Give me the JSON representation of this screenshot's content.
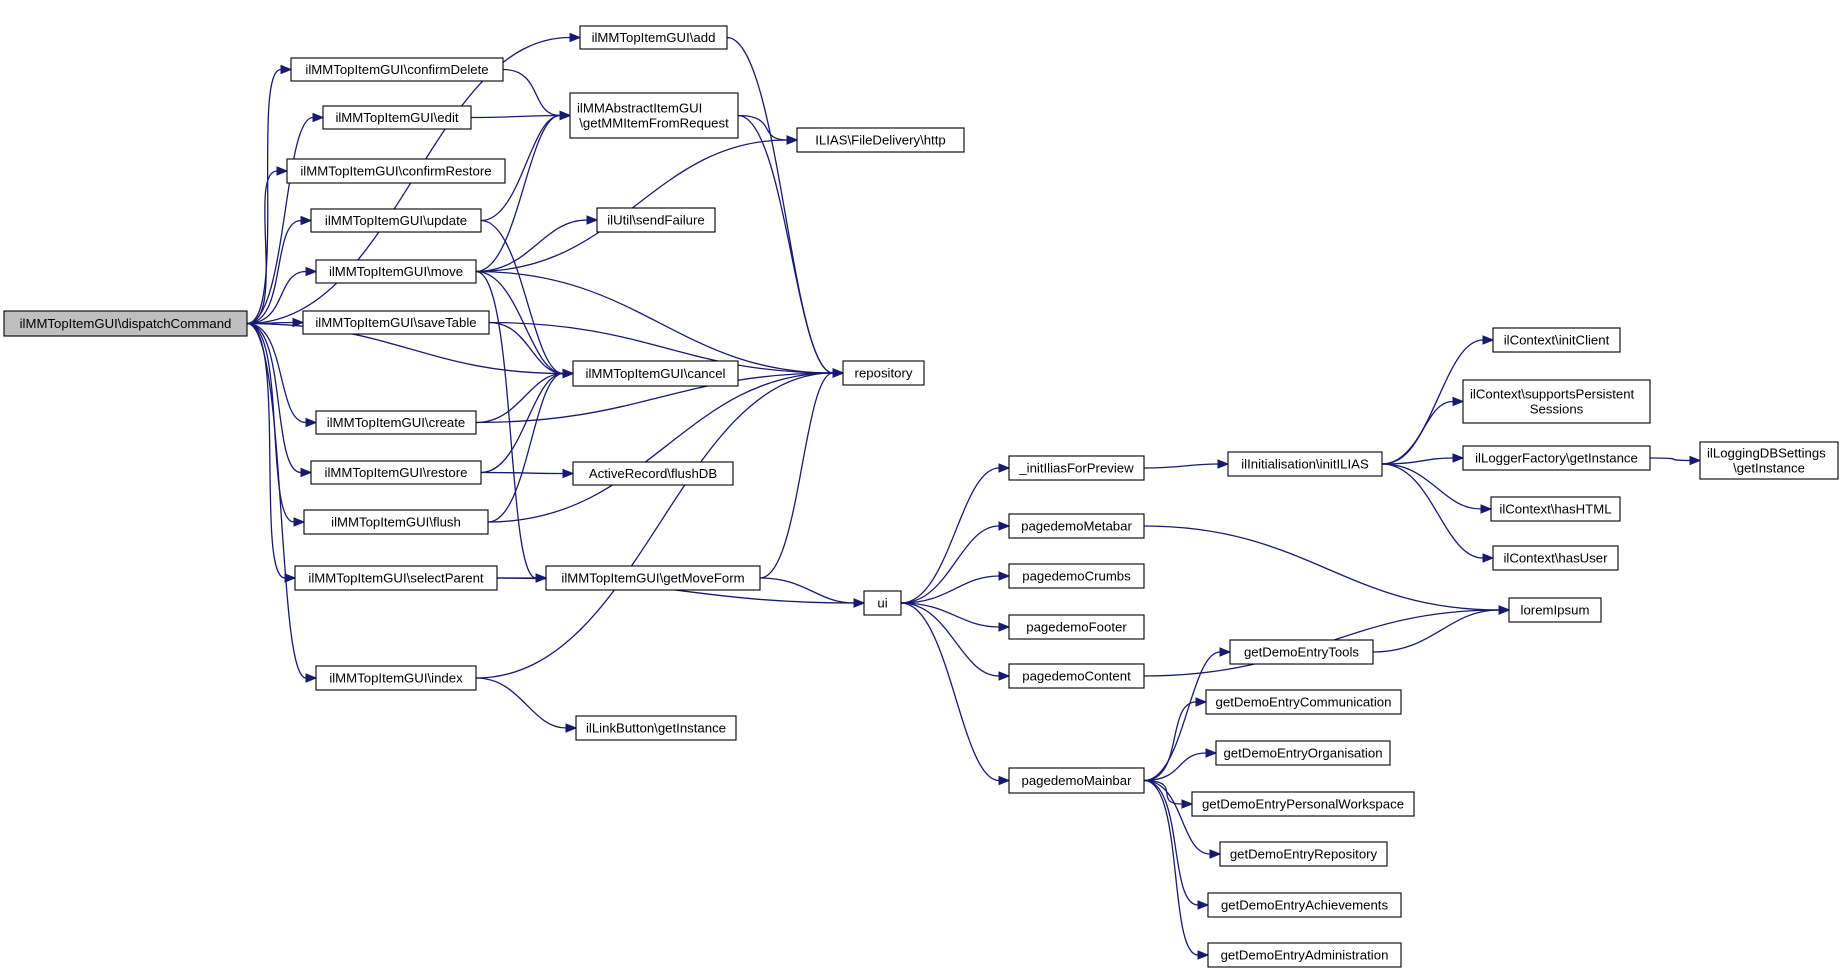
{
  "colors": {
    "edge": "#191970",
    "root_fill": "#bfbfbf",
    "node_fill": "#ffffff",
    "node_border": "#000000"
  },
  "nodes": [
    {
      "id": "dispatch",
      "lines": [
        "ilMMTopItemGUI\\dispatchCommand"
      ],
      "root": true
    },
    {
      "id": "add",
      "lines": [
        "ilMMTopItemGUI\\add"
      ]
    },
    {
      "id": "confirmDelete",
      "lines": [
        "ilMMTopItemGUI\\confirmDelete"
      ]
    },
    {
      "id": "edit",
      "lines": [
        "ilMMTopItemGUI\\edit"
      ]
    },
    {
      "id": "confirmRestore",
      "lines": [
        "ilMMTopItemGUI\\confirmRestore"
      ]
    },
    {
      "id": "update",
      "lines": [
        "ilMMTopItemGUI\\update"
      ]
    },
    {
      "id": "move",
      "lines": [
        "ilMMTopItemGUI\\move"
      ]
    },
    {
      "id": "saveTable",
      "lines": [
        "ilMMTopItemGUI\\saveTable"
      ]
    },
    {
      "id": "create",
      "lines": [
        "ilMMTopItemGUI\\create"
      ]
    },
    {
      "id": "restore",
      "lines": [
        "ilMMTopItemGUI\\restore"
      ]
    },
    {
      "id": "flush",
      "lines": [
        "ilMMTopItemGUI\\flush"
      ]
    },
    {
      "id": "selectParent",
      "lines": [
        "ilMMTopItemGUI\\selectParent"
      ]
    },
    {
      "id": "index",
      "lines": [
        "ilMMTopItemGUI\\index"
      ]
    },
    {
      "id": "getMMItem",
      "lines": [
        "ilMMAbstractItemGUI",
        "\\getMMItemFromRequest"
      ]
    },
    {
      "id": "cancel",
      "lines": [
        "ilMMTopItemGUI\\cancel"
      ]
    },
    {
      "id": "sendFailure",
      "lines": [
        "ilUtil\\sendFailure"
      ]
    },
    {
      "id": "flushDB",
      "lines": [
        "ActiveRecord\\flushDB"
      ]
    },
    {
      "id": "getMoveForm",
      "lines": [
        "ilMMTopItemGUI\\getMoveForm"
      ]
    },
    {
      "id": "linkButton",
      "lines": [
        "ilLinkButton\\getInstance"
      ]
    },
    {
      "id": "http",
      "lines": [
        "ILIAS\\FileDelivery\\http"
      ]
    },
    {
      "id": "repository",
      "lines": [
        "repository"
      ]
    },
    {
      "id": "ui",
      "lines": [
        "ui"
      ]
    },
    {
      "id": "initIlias",
      "lines": [
        "_initIliasForPreview"
      ]
    },
    {
      "id": "metabar",
      "lines": [
        "pagedemoMetabar"
      ]
    },
    {
      "id": "crumbs",
      "lines": [
        "pagedemoCrumbs"
      ]
    },
    {
      "id": "footer",
      "lines": [
        "pagedemoFooter"
      ]
    },
    {
      "id": "content",
      "lines": [
        "pagedemoContent"
      ]
    },
    {
      "id": "mainbar",
      "lines": [
        "pagedemoMainbar"
      ]
    },
    {
      "id": "initILIAS",
      "lines": [
        "ilInitialisation\\initILIAS"
      ]
    },
    {
      "id": "tools",
      "lines": [
        "getDemoEntryTools"
      ]
    },
    {
      "id": "communication",
      "lines": [
        "getDemoEntryCommunication"
      ]
    },
    {
      "id": "organisation",
      "lines": [
        "getDemoEntryOrganisation"
      ]
    },
    {
      "id": "workspace",
      "lines": [
        "getDemoEntryPersonalWorkspace"
      ]
    },
    {
      "id": "entryRepository",
      "lines": [
        "getDemoEntryRepository"
      ]
    },
    {
      "id": "achievements",
      "lines": [
        "getDemoEntryAchievements"
      ]
    },
    {
      "id": "administration",
      "lines": [
        "getDemoEntryAdministration"
      ]
    },
    {
      "id": "initClient",
      "lines": [
        "ilContext\\initClient"
      ]
    },
    {
      "id": "persistent",
      "lines": [
        "ilContext\\supportsPersistent",
        "Sessions"
      ]
    },
    {
      "id": "loggerFactory",
      "lines": [
        "ilLoggerFactory\\getInstance"
      ]
    },
    {
      "id": "hasHTML",
      "lines": [
        "ilContext\\hasHTML"
      ]
    },
    {
      "id": "hasUser",
      "lines": [
        "ilContext\\hasUser"
      ]
    },
    {
      "id": "loremIpsum",
      "lines": [
        "loremIpsum"
      ]
    },
    {
      "id": "loggingDB",
      "lines": [
        "ilLoggingDBSettings",
        "\\getInstance"
      ]
    }
  ],
  "edges": [
    [
      "dispatch",
      "add"
    ],
    [
      "dispatch",
      "confirmDelete"
    ],
    [
      "dispatch",
      "edit"
    ],
    [
      "dispatch",
      "confirmRestore"
    ],
    [
      "dispatch",
      "update"
    ],
    [
      "dispatch",
      "move"
    ],
    [
      "dispatch",
      "saveTable"
    ],
    [
      "dispatch",
      "cancel"
    ],
    [
      "dispatch",
      "create"
    ],
    [
      "dispatch",
      "restore"
    ],
    [
      "dispatch",
      "flush"
    ],
    [
      "dispatch",
      "selectParent"
    ],
    [
      "dispatch",
      "index"
    ],
    [
      "add",
      "repository"
    ],
    [
      "confirmDelete",
      "getMMItem"
    ],
    [
      "edit",
      "getMMItem"
    ],
    [
      "getMMItem",
      "http"
    ],
    [
      "getMMItem",
      "repository"
    ],
    [
      "update",
      "getMMItem"
    ],
    [
      "update",
      "cancel"
    ],
    [
      "move",
      "getMMItem"
    ],
    [
      "move",
      "http"
    ],
    [
      "move",
      "sendFailure"
    ],
    [
      "move",
      "repository"
    ],
    [
      "move",
      "cancel"
    ],
    [
      "move",
      "getMoveForm"
    ],
    [
      "saveTable",
      "cancel"
    ],
    [
      "saveTable",
      "repository"
    ],
    [
      "create",
      "cancel"
    ],
    [
      "create",
      "repository"
    ],
    [
      "restore",
      "cancel"
    ],
    [
      "restore",
      "flushDB"
    ],
    [
      "flush",
      "cancel"
    ],
    [
      "flush",
      "repository"
    ],
    [
      "selectParent",
      "getMoveForm"
    ],
    [
      "selectParent",
      "ui"
    ],
    [
      "getMoveForm",
      "repository"
    ],
    [
      "getMoveForm",
      "ui"
    ],
    [
      "index",
      "repository"
    ],
    [
      "index",
      "linkButton"
    ],
    [
      "ui",
      "initIlias"
    ],
    [
      "ui",
      "metabar"
    ],
    [
      "ui",
      "crumbs"
    ],
    [
      "ui",
      "footer"
    ],
    [
      "ui",
      "content"
    ],
    [
      "ui",
      "mainbar"
    ],
    [
      "initIlias",
      "initILIAS"
    ],
    [
      "initILIAS",
      "initClient"
    ],
    [
      "initILIAS",
      "persistent"
    ],
    [
      "initILIAS",
      "loggerFactory"
    ],
    [
      "initILIAS",
      "hasHTML"
    ],
    [
      "initILIAS",
      "hasUser"
    ],
    [
      "loggerFactory",
      "loggingDB"
    ],
    [
      "metabar",
      "loremIpsum"
    ],
    [
      "content",
      "loremIpsum"
    ],
    [
      "tools",
      "loremIpsum"
    ],
    [
      "mainbar",
      "tools"
    ],
    [
      "mainbar",
      "communication"
    ],
    [
      "mainbar",
      "organisation"
    ],
    [
      "mainbar",
      "workspace"
    ],
    [
      "mainbar",
      "entryRepository"
    ],
    [
      "mainbar",
      "achievements"
    ],
    [
      "mainbar",
      "administration"
    ]
  ]
}
